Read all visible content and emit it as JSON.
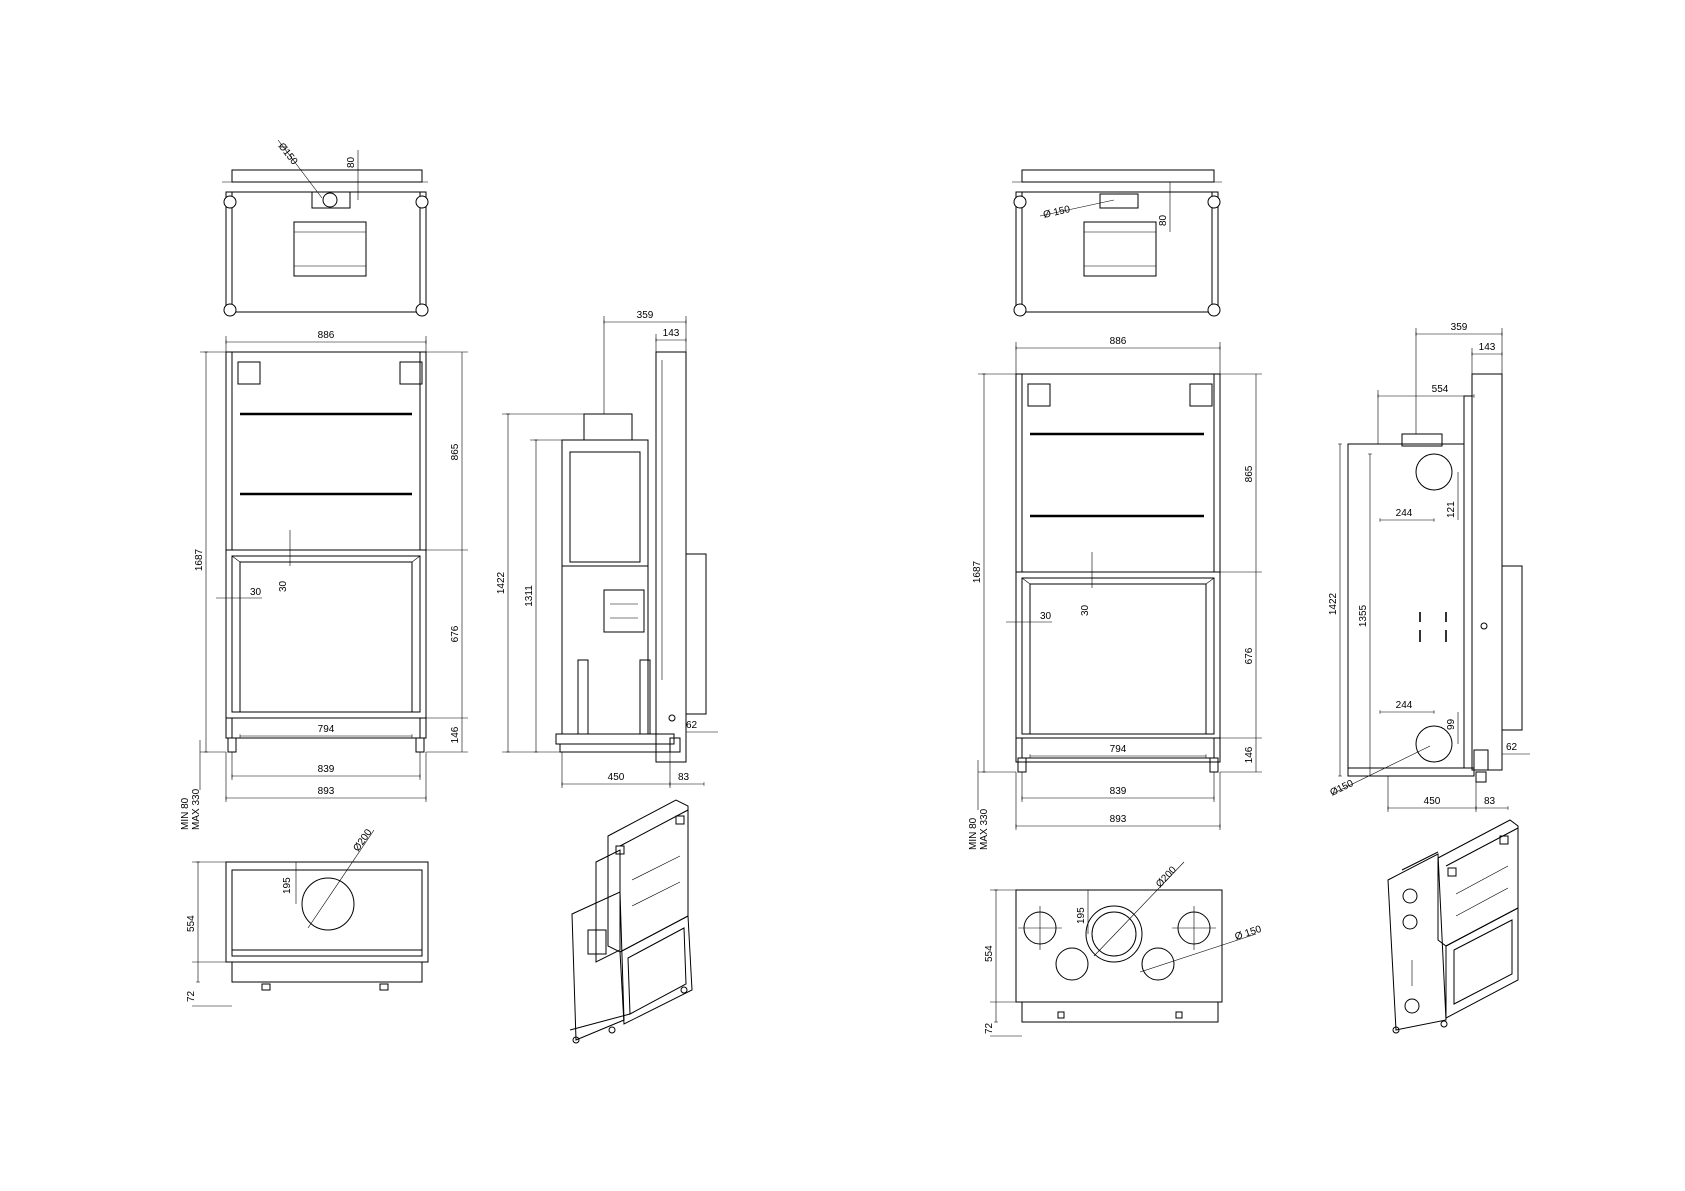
{
  "colors": {
    "line": "#000000",
    "background": "#ffffff"
  },
  "left_variant": {
    "top": {
      "flue_dia": "Ø150",
      "offset": "80"
    },
    "front": {
      "width": "886",
      "height": "1687",
      "upper": "865",
      "opening_h": "676",
      "base": "146",
      "frame_inset_x": "30",
      "frame_inset_y": "30",
      "opening_w": "794",
      "legs_w": "839",
      "overall_w": "893",
      "leg_min": "MIN 80",
      "leg_max": "MAX 330"
    },
    "side": {
      "top_depth": "359",
      "chimney": "143",
      "height_body": "1422",
      "height_inner": "1311",
      "depth": "450",
      "back": "83",
      "foot": "62"
    },
    "plan": {
      "flue_dia": "Ø200",
      "flue_offset": "195",
      "depth": "554",
      "front": "72"
    }
  },
  "right_variant": {
    "top": {
      "flue_dia": "Ø 150",
      "offset": "80"
    },
    "front": {
      "width": "886",
      "height": "1687",
      "upper": "865",
      "opening_h": "676",
      "base": "146",
      "frame_inset_x": "30",
      "frame_inset_y": "30",
      "opening_w": "794",
      "legs_w": "839",
      "overall_w": "893",
      "leg_min": "MIN 80",
      "leg_max": "MAX 330"
    },
    "side": {
      "top_depth": "359",
      "chimney": "143",
      "depth_top": "554",
      "height_body": "1422",
      "height_inner": "1355",
      "upper_offset": "244",
      "upper_h": "121",
      "lower_offset": "244",
      "lower_h": "99",
      "duct_dia": "Ø150",
      "depth": "450",
      "back": "83",
      "foot": "62"
    },
    "plan": {
      "flue_dia": "Ø200",
      "duct_dia": "Ø 150",
      "flue_offset": "195",
      "depth": "554",
      "front": "72"
    }
  }
}
